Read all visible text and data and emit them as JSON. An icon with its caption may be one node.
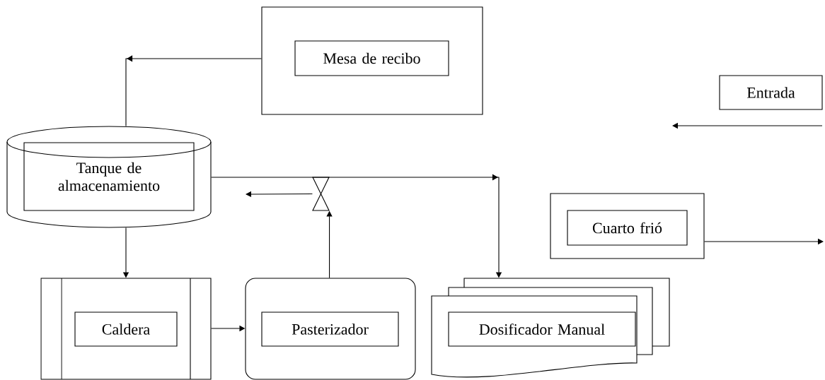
{
  "diagram": {
    "nodes": [
      {
        "text": [],
        "shape": "box"
      },
      {
        "text": [
          "Mesa de recibo"
        ],
        "in": 0
      },
      {
        "text": [
          "Entrada"
        ]
      },
      {
        "text": [],
        "shape": "cylinder"
      },
      {
        "text": [
          "Tanque de almacenamiento"
        ],
        "in": 3
      },
      {
        "text": [],
        "shape": "valve"
      },
      {
        "text": [],
        "shape": "box"
      },
      {
        "text": [
          "Cuarto frió"
        ],
        "in": 6
      },
      {
        "text": [],
        "shape": "process"
      },
      {
        "text": [
          "Caldera"
        ],
        "in": 8
      },
      {
        "text": [],
        "shape": "rounded"
      },
      {
        "text": [
          "Pasterizador"
        ],
        "in": 10
      },
      {
        "text": [],
        "shape": "document"
      },
      {
        "text": [
          "Dosificador Manual"
        ],
        "in": 12
      }
    ],
    "edges": [
      {
        "from": 0,
        "to": 3,
        "arrow": "to"
      },
      {
        "from": 3,
        "to": 12,
        "arrow": "to"
      },
      {
        "from": 3,
        "to": 8,
        "arrow": "to"
      },
      {
        "from": 8,
        "to": 10,
        "arrow": "to"
      },
      {
        "from": 10,
        "to": 5,
        "arrow": "to"
      },
      {
        "from": 5,
        "to": null,
        "arrow": "to"
      },
      {
        "from": 6,
        "to": null,
        "arrow": "to"
      }
    ]
  }
}
